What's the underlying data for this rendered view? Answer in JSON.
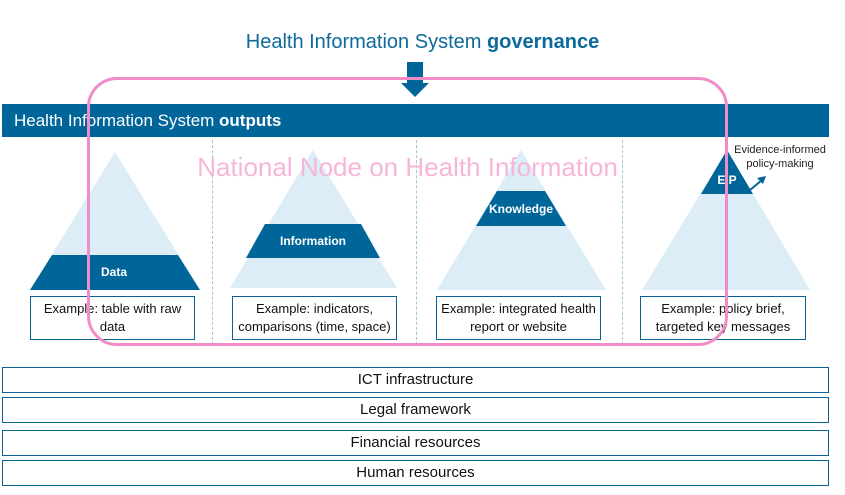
{
  "governance": {
    "title_prefix": "Health Information System ",
    "title_bold": "governance"
  },
  "outputs_bar": {
    "prefix": "Health Information System ",
    "bold": "outputs"
  },
  "pyramids": [
    {
      "label": "Data",
      "example": "Example: table with raw data"
    },
    {
      "label": "Information",
      "example": "Example: indicators, comparisons (time, space)"
    },
    {
      "label": "Knowledge",
      "example": "Example: integrated health report or website"
    },
    {
      "label": "EiP",
      "example": "Example: policy brief, targeted key messages"
    }
  ],
  "eip_note": "Evidence-informed policy-making",
  "overlay_label": "National Node on Health Information",
  "foundations": [
    "ICT infrastructure",
    "Legal framework",
    "Financial resources",
    "Human resources"
  ],
  "colors": {
    "primary": "#00669a",
    "light": "#dcedf8",
    "pink": "#f08cc8"
  }
}
